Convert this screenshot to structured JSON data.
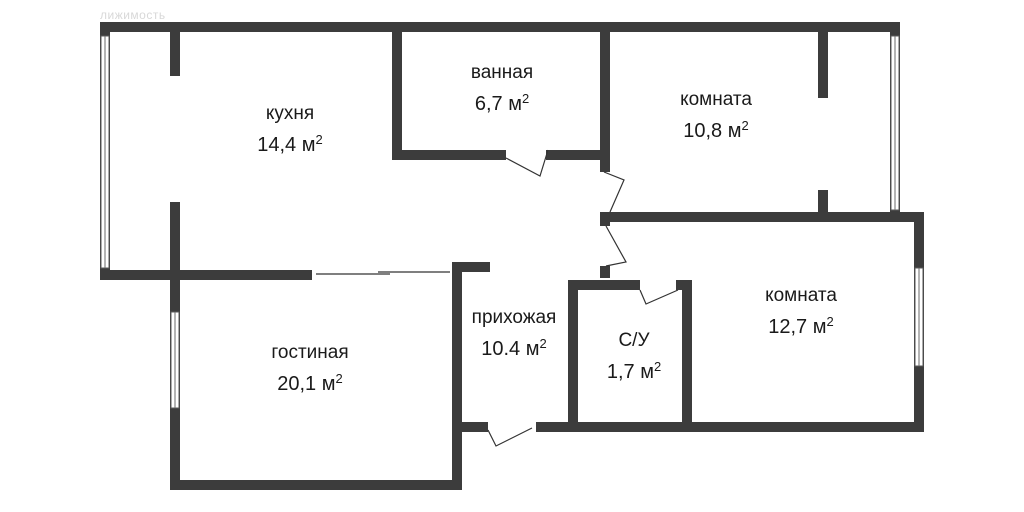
{
  "watermark": "лижимость",
  "area_unit": "м",
  "area_exponent": "2",
  "rooms": {
    "kitchen": {
      "name": "кухня",
      "area": "14,4"
    },
    "bathroom": {
      "name": "ванная",
      "area": "6,7"
    },
    "bedroom1": {
      "name": "комната",
      "area": "10,8"
    },
    "bedroom2": {
      "name": "комната",
      "area": "12,7"
    },
    "living": {
      "name": "гостиная",
      "area": "20,1"
    },
    "hallway": {
      "name": "прихожая",
      "area": "10.4"
    },
    "wc": {
      "name": "С/У",
      "area": "1,7"
    }
  },
  "colors": {
    "wall": "#3c3c3c",
    "text": "#1a1a1a",
    "background": "#ffffff"
  }
}
